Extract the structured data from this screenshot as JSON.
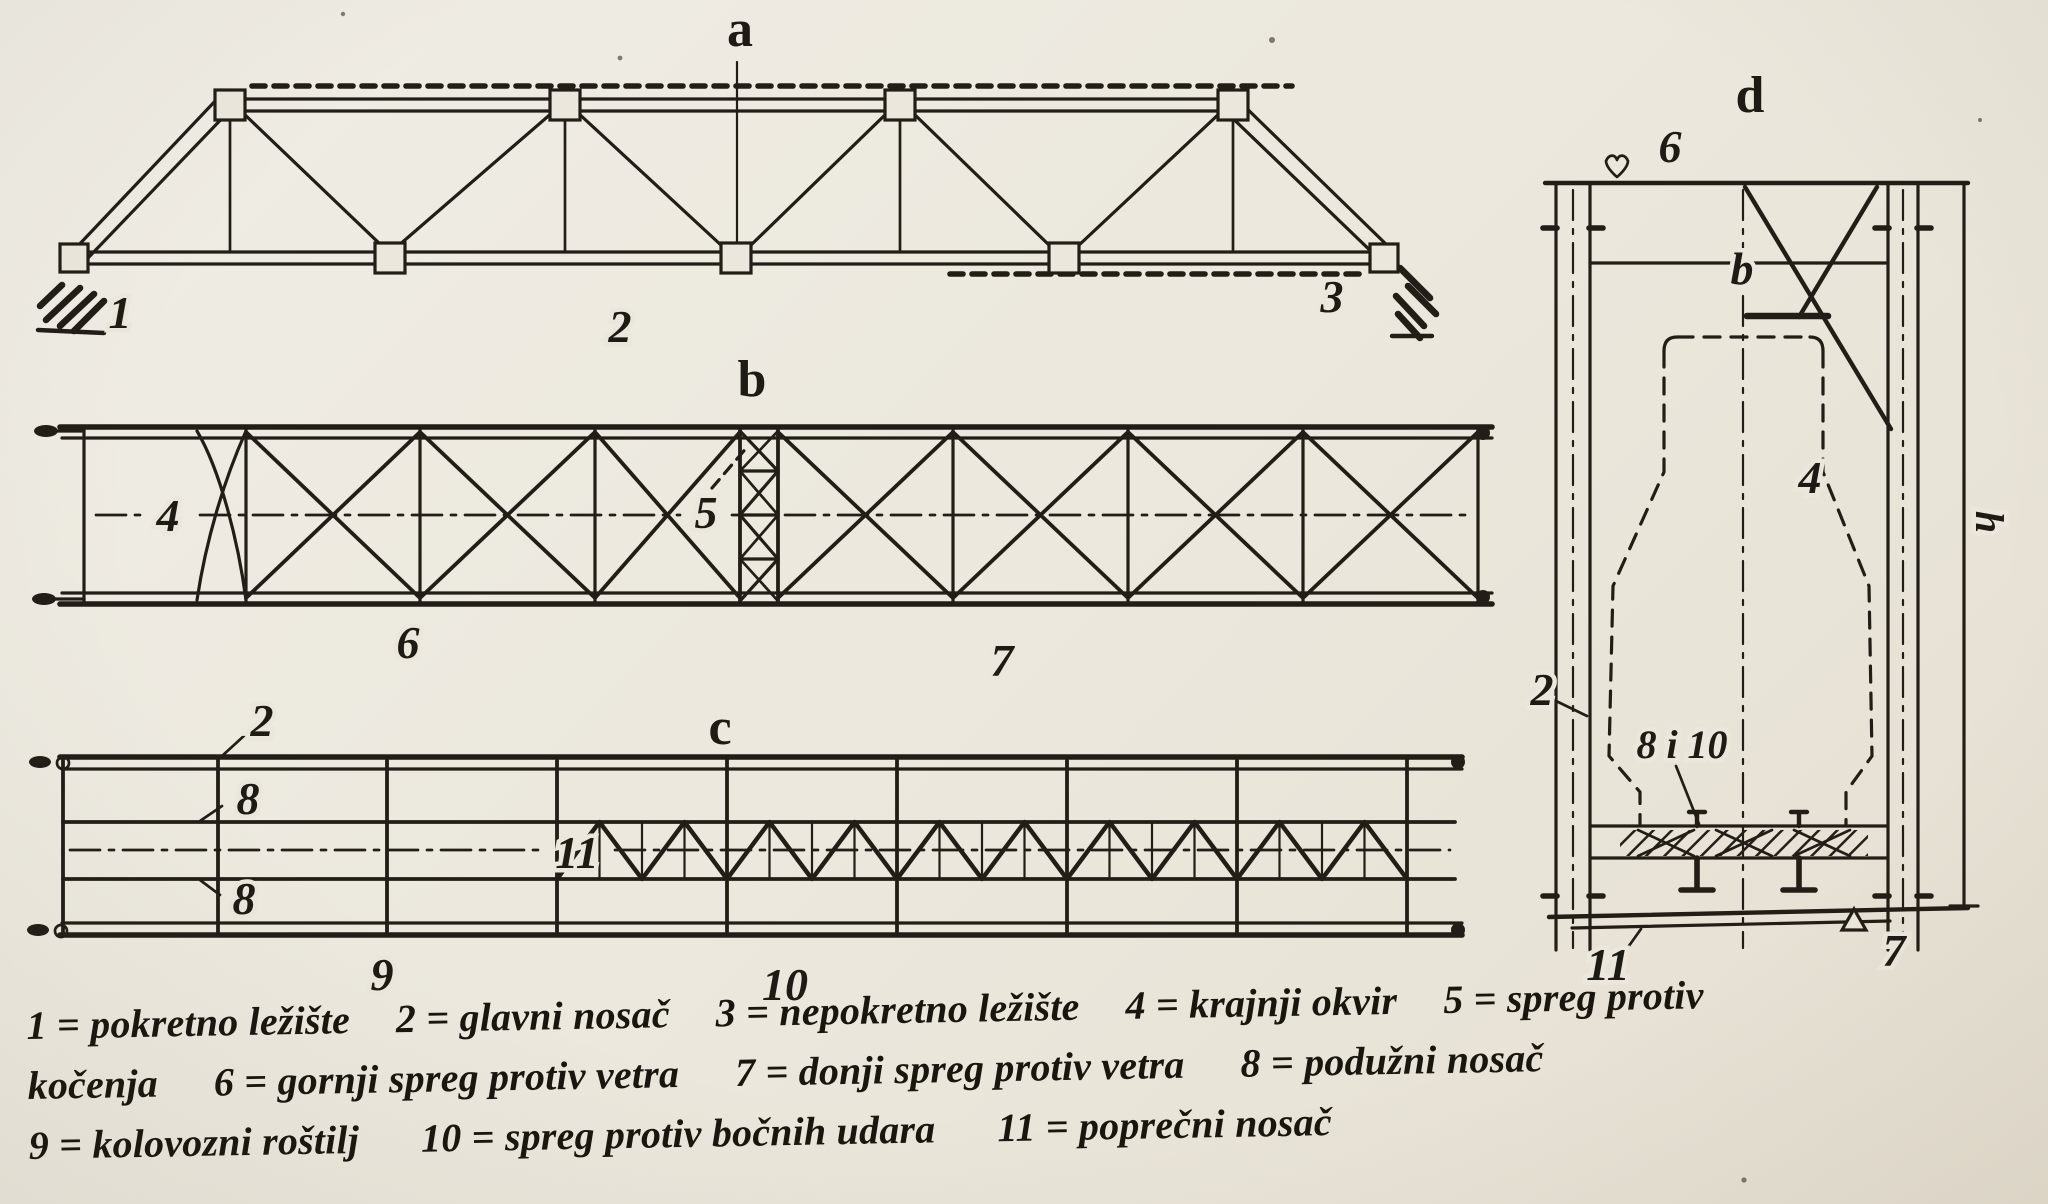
{
  "page": {
    "paper_color": "#ebe7dc",
    "ink_color": "#221e17"
  },
  "views": {
    "a": {
      "label": "a",
      "callouts": {
        "n1": "1",
        "n2": "2",
        "n3": "3"
      }
    },
    "b": {
      "label": "b",
      "callouts": {
        "n4": "4",
        "n5": "5",
        "n6": "6",
        "n7": "7",
        "dim_b": "b"
      }
    },
    "c": {
      "label": "c",
      "callouts": {
        "n2": "2",
        "n8_top": "8",
        "n8_bottom": "8",
        "n9": "9",
        "n10": "10",
        "n11": "11"
      }
    },
    "d": {
      "label": "d",
      "callouts": {
        "n6": "6",
        "n2": "2",
        "n8i10": "8 i 10",
        "n11": "11",
        "n7": "7",
        "n4": "4",
        "dim_b": "b",
        "dim_h": "h"
      }
    }
  },
  "legend": {
    "lines": [
      {
        "segments": [
          "1 = pokretno ležište",
          "2 = glavni nosač",
          "3 = nepokretno ležište",
          "4 = krajnji okvir",
          "5 = spreg protiv"
        ]
      },
      {
        "segments": [
          "kočenja",
          "6 = gornji spreg protiv vetra",
          "7 = donji spreg protiv vetra",
          "8 = podužni nosač"
        ]
      },
      {
        "segments": [
          "9 = kolovozni roštilj",
          "10 = spreg protiv bočnih udara",
          "11 = poprečni nosač"
        ]
      }
    ]
  }
}
